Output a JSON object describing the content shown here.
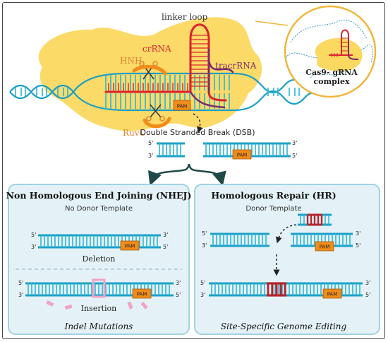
{
  "top": {
    "linker_loop": "linker loop",
    "crrna": "crRNA",
    "tracrrna": "tracrRNA",
    "hnh": "HNH",
    "ruvc": "RuvC",
    "pam": "PAM",
    "inset_title_line1": "Cas9- gRNA",
    "inset_title_line2": "complex",
    "dsb": "Double Stranded Break (DSB)",
    "dsb_left_5": "5'",
    "dsb_left_3": "3'",
    "dsb_right_3": "3'",
    "dsb_right_5": "5'"
  },
  "nhej": {
    "title": "Non Homologous End Joining (NHEJ)",
    "subtitle": "No Donor Template",
    "deletion": "Deletion",
    "insertion": "Insertion",
    "footer": "Indel Mutations"
  },
  "hr": {
    "title": "Homologous Repair (HR)",
    "subtitle": "Donor Template",
    "footer": "Site-Specific Genome Editing"
  },
  "strand_ends": {
    "five": "5'",
    "three": "3'"
  },
  "colors": {
    "dna": "#1d9fc4",
    "dna_rung": "#2ab5d8",
    "rna_red": "#d9232e",
    "rna_purple": "#7b2b6b",
    "protein_yellow": "#f9d55a",
    "pam_orange": "#f08c1a",
    "panel_bg": "#e4f2f7",
    "panel_border": "#9fd2e3",
    "arrow_dark": "#1f4a48",
    "insert_pink": "#f2a3c6",
    "donor_red": "#b3262d"
  }
}
